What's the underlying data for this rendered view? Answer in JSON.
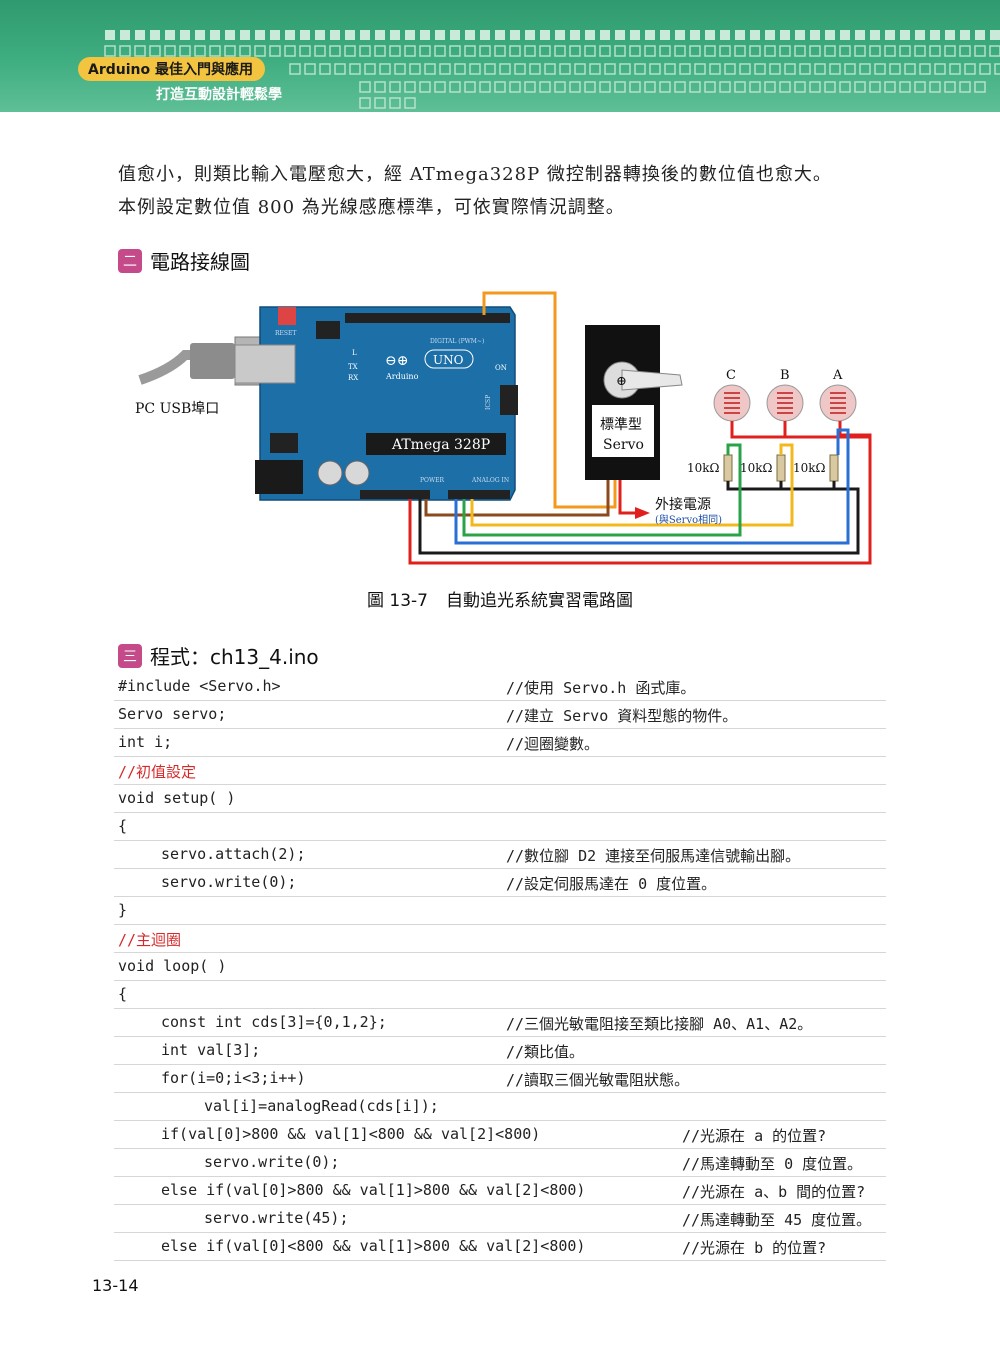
{
  "header": {
    "book_title": "Arduino 最佳入門與應用",
    "book_subtitle": "打造互動設計輕鬆學"
  },
  "intro": {
    "line1": "值愈小，則類比輸入電壓愈大，經 ATmega328P 微控制器轉換後的數位值也愈大。",
    "line2": "本例設定數位值 800 為光線感應標準，可依實際情況調整。"
  },
  "section2": {
    "num": "二",
    "title": "電路接線圖"
  },
  "figure": {
    "usb_label": "PC USB埠口",
    "reset_label": "RESET",
    "chip_label": "ATmega 328P",
    "board_brand": "Arduino",
    "board_model": "UNO",
    "servo_label1": "標準型",
    "servo_label2": "Servo",
    "sensor_c": "C",
    "sensor_b": "B",
    "sensor_a": "A",
    "resistor_label": "10kΩ",
    "power_label": "外接電源",
    "power_note": "(與Servo相同)",
    "digital_label": "DIGITAL (PWM~)",
    "power_pins": "POWER",
    "analog_pins": "ANALOG IN",
    "on_label": "ON",
    "icsp_label": "ICSP",
    "tx_label": "TX",
    "rx_label": "RX",
    "l_label": "L",
    "colors": {
      "red": "#e0201c",
      "black": "#1a1a1a",
      "blue": "#2a6fd6",
      "green": "#2aa348",
      "yellow": "#f3b81e",
      "orange": "#f39a1e",
      "brown": "#8a4a1c",
      "board": "#1d6fa8"
    }
  },
  "caption": {
    "num": "圖 13-7",
    "text": "自動追光系統實習電路圖"
  },
  "section3": {
    "num": "三",
    "title": "程式：ch13_4.ino"
  },
  "code": [
    {
      "code": "#include <Servo.h>",
      "comment": "//使用 Servo.h 函式庫。",
      "indent": 0,
      "cpos": "a"
    },
    {
      "code": "Servo servo;",
      "comment": "//建立 Servo 資料型態的物件。",
      "indent": 0,
      "cpos": "a"
    },
    {
      "code": "int i;",
      "comment": "//迴圈變數。",
      "indent": 0,
      "cpos": "a"
    },
    {
      "code": "//初值設定",
      "comment": "",
      "indent": 0,
      "cpos": "a",
      "red": true
    },
    {
      "code": "void setup( )",
      "comment": "",
      "indent": 0,
      "cpos": "a"
    },
    {
      "code": "{",
      "comment": "",
      "indent": 0,
      "cpos": "a"
    },
    {
      "code": "servo.attach(2);",
      "comment": "//數位腳 D2 連接至伺服馬達信號輸出腳。",
      "indent": 1,
      "cpos": "a"
    },
    {
      "code": "servo.write(0);",
      "comment": "//設定伺服馬達在 0 度位置。",
      "indent": 1,
      "cpos": "a"
    },
    {
      "code": "}",
      "comment": "",
      "indent": 0,
      "cpos": "a"
    },
    {
      "code": "//主迴圈",
      "comment": "",
      "indent": 0,
      "cpos": "a",
      "red": true
    },
    {
      "code": "void loop( )",
      "comment": "",
      "indent": 0,
      "cpos": "a"
    },
    {
      "code": "{",
      "comment": "",
      "indent": 0,
      "cpos": "a"
    },
    {
      "code": "const int cds[3]={0,1,2};",
      "comment": "//三個光敏電阻接至類比接腳 A0、A1、A2。",
      "indent": 1,
      "cpos": "a"
    },
    {
      "code": "int val[3];",
      "comment": "//類比值。",
      "indent": 1,
      "cpos": "a"
    },
    {
      "code": "for(i=0;i<3;i++)",
      "comment": "//讀取三個光敏電阻狀態。",
      "indent": 1,
      "cpos": "a"
    },
    {
      "code": "val[i]=analogRead(cds[i]);",
      "comment": "",
      "indent": 2,
      "cpos": "a"
    },
    {
      "code": "if(val[0]>800 && val[1]<800 && val[2]<800)",
      "comment": "//光源在 a 的位置?",
      "indent": 1,
      "cpos": "b"
    },
    {
      "code": "servo.write(0);",
      "comment": "//馬達轉動至 0 度位置。",
      "indent": 2,
      "cpos": "b"
    },
    {
      "code": "else if(val[0]>800 && val[1]>800 && val[2]<800)",
      "comment": "//光源在 a、b 間的位置?",
      "indent": 1,
      "cpos": "b"
    },
    {
      "code": "servo.write(45);",
      "comment": "//馬達轉動至 45 度位置。",
      "indent": 2,
      "cpos": "b"
    },
    {
      "code": "else if(val[0]<800 && val[1]>800 && val[2]<800)",
      "comment": "//光源在 b 的位置?",
      "indent": 1,
      "cpos": "b"
    }
  ],
  "page_number": "13-14"
}
